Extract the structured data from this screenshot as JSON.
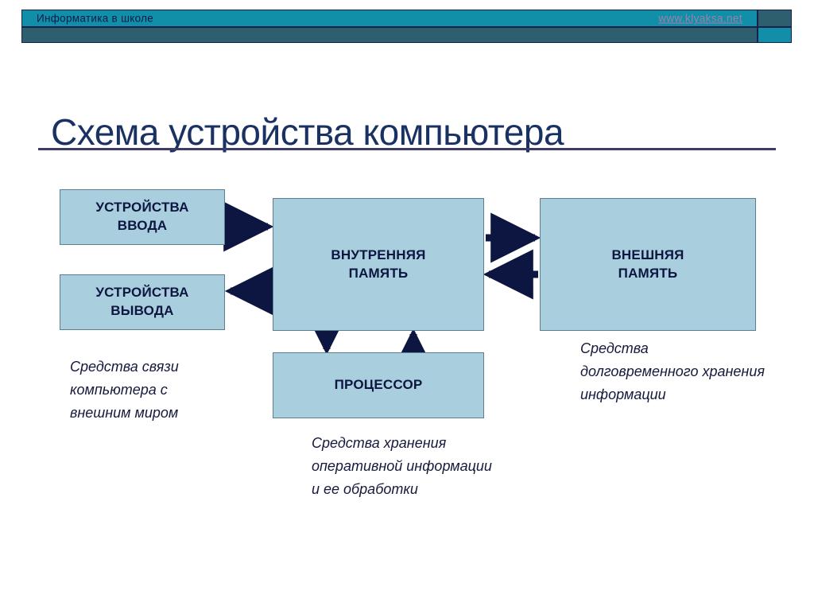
{
  "banner": {
    "site_title": "Информатика в школе",
    "url": "www.klyaksa.net"
  },
  "slide": {
    "title": "Схема устройства компьютера"
  },
  "diagram": {
    "nodes": [
      {
        "id": "input",
        "label": "УСТРОЙСТВА\nВВОДА"
      },
      {
        "id": "output",
        "label": "УСТРОЙСТВА\nВЫВОДА"
      },
      {
        "id": "internal",
        "label": "ВНУТРЕННЯЯ\nПАМЯТЬ"
      },
      {
        "id": "external",
        "label": "ВНЕШНЯЯ\nПАМЯТЬ"
      },
      {
        "id": "cpu",
        "label": "ПРОЦЕССОР"
      }
    ],
    "captions": [
      {
        "id": "left",
        "text": "Средства связи компьютера с внешним миром"
      },
      {
        "id": "center",
        "text": "Средства хранения оперативной информации и ее обработки"
      },
      {
        "id": "right",
        "text": "Средства долговременного хранения информации"
      }
    ],
    "arrows": [
      {
        "from": "input",
        "to": "internal",
        "direction": "right"
      },
      {
        "from": "internal",
        "to": "output",
        "direction": "left"
      },
      {
        "from": "internal",
        "to": "external",
        "direction": "right"
      },
      {
        "from": "external",
        "to": "internal",
        "direction": "left"
      },
      {
        "from": "internal",
        "to": "cpu",
        "direction": "down"
      },
      {
        "from": "cpu",
        "to": "internal",
        "direction": "up"
      }
    ]
  },
  "colors": {
    "node_fill": "#a9cedd",
    "node_border": "#5b7f92",
    "arrow": "#0d1640",
    "title": "#1a3263",
    "banner_teal": "#128fa8",
    "banner_dark": "#2d5f6e",
    "banner_border": "#1b1f4b",
    "rule": "#3c3c66",
    "url_link": "#9f7fa8"
  }
}
